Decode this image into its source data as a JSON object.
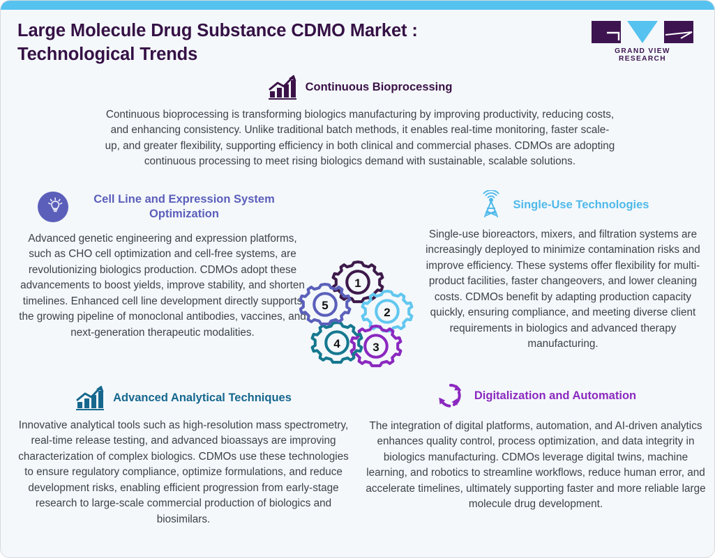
{
  "header": {
    "title": "Large Molecule Drug Substance CDMO Market : Technological Trends",
    "logo_wordmark": "GRAND VIEW RESEARCH"
  },
  "theme": {
    "page_background": "#f4f8fb",
    "top_accent": "#56c2ef",
    "title_color": "#351145",
    "body_text": "#3b4249",
    "border": "#d6dade"
  },
  "sections": [
    {
      "id": "continuous-bioprocessing",
      "icon": "bar-chart-growth-icon",
      "icon_color": "#3b1247",
      "title": "Continuous Bioprocessing",
      "title_color": "#3b1247",
      "body": "Continuous bioprocessing is transforming biologics manufacturing by improving productivity, reducing costs, and enhancing consistency. Unlike traditional batch methods, it enables real-time monitoring, faster scale-up, and greater flexibility, supporting efficiency in both clinical and commercial phases. CDMOs are adopting continuous processing to meet rising biologics demand with sustainable, scalable solutions."
    },
    {
      "id": "cell-line-expression",
      "icon": "head-lightbulb-icon",
      "icon_color": "#5b5fba",
      "title": "Cell Line and Expression System Optimization",
      "title_color": "#5b5fba",
      "body": "Advanced genetic engineering and expression platforms, such as CHO cell optimization and cell-free systems, are revolutionizing biologics production. CDMOs adopt these advancements to boost yields, improve stability, and shorten timelines. Enhanced cell line development directly supports the growing pipeline of monoclonal antibodies, vaccines, and next-generation therapeutic modalities."
    },
    {
      "id": "single-use-technologies",
      "icon": "antenna-tower-icon",
      "icon_color": "#4fb9ea",
      "title": "Single-Use Technologies",
      "title_color": "#4fb9ea",
      "body": "Single-use bioreactors, mixers, and filtration systems are increasingly deployed to minimize contamination risks and improve efficiency. These systems offer flexibility for multi-product facilities, faster changeovers, and lower cleaning costs. CDMOs benefit by adapting production capacity quickly, ensuring compliance, and meeting diverse client requirements in biologics and advanced therapy manufacturing."
    },
    {
      "id": "advanced-analytical-techniques",
      "icon": "bar-chart-growth-icon",
      "icon_color": "#16678e",
      "title": "Advanced Analytical Techniques",
      "title_color": "#16678e",
      "body": "Innovative analytical tools such as high-resolution mass spectrometry, real-time release testing, and advanced bioassays are improving characterization of complex biologics. CDMOs use these technologies to ensure regulatory compliance, optimize formulations, and reduce development risks, enabling efficient progression from early-stage research to large-scale commercial production of biologics and biosimilars."
    },
    {
      "id": "digitalization-automation",
      "icon": "circular-arrows-icon",
      "icon_color": "#8b28bf",
      "title": "Digitalization and Automation",
      "title_color": "#8b28bf",
      "body": "The integration of digital platforms, automation, and AI-driven analytics enhances quality control, process optimization, and data integrity in biologics manufacturing. CDMOs leverage digital twins, machine learning, and robotics to streamline workflows, reduce human error, and accelerate timelines, ultimately supporting faster and more reliable large molecule drug development."
    }
  ],
  "gear_cluster": {
    "name": "numbered-gear-cluster",
    "gears": [
      {
        "number": "1",
        "color": "#3d1a4a"
      },
      {
        "number": "2",
        "color": "#62c7ef"
      },
      {
        "number": "3",
        "color": "#8b28bf"
      },
      {
        "number": "4",
        "color": "#16788f"
      },
      {
        "number": "5",
        "color": "#5b5fba"
      }
    ]
  }
}
